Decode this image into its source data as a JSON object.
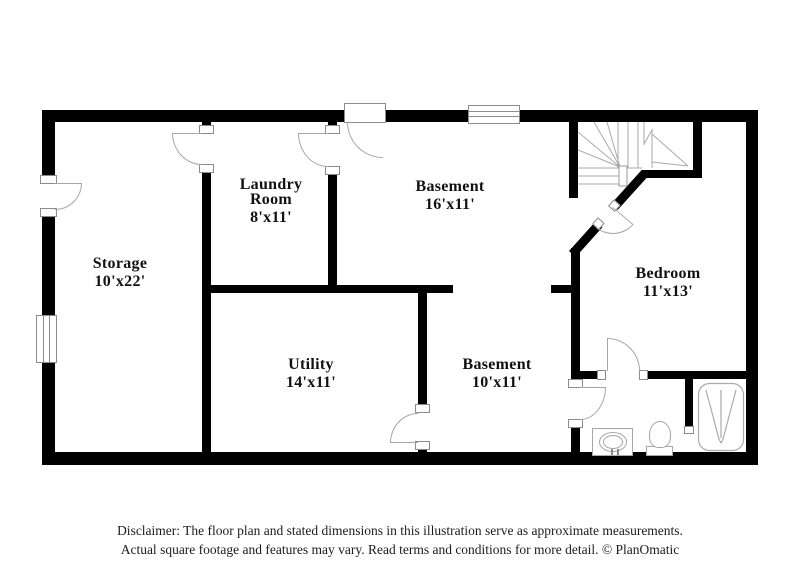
{
  "rooms": [
    {
      "name": "Storage",
      "dims": "10'x22'"
    },
    {
      "name": "Laundry Room",
      "dims": "8'x11'"
    },
    {
      "name": "Basement",
      "dims": "16'x11'"
    },
    {
      "name": "Bedroom",
      "dims": "11'x13'"
    },
    {
      "name": "Utility",
      "dims": "14'x11'"
    },
    {
      "name": "Basement",
      "dims": "10'x11'"
    }
  ],
  "disclaimer": {
    "line1": "Disclaimer: The floor plan and stated dimensions in this illustration serve as approximate measurements.",
    "line2": "Actual square footage and features may vary. Read terms and conditions for more detail. © PlanOmatic"
  },
  "fixtures": [
    "staircase",
    "bathtub",
    "toilet",
    "sink-vanity"
  ],
  "colors": {
    "wall": "#000000",
    "fixture_line": "#a6a6a6",
    "jamb_line": "#8c8c8c",
    "text": "#111111"
  }
}
